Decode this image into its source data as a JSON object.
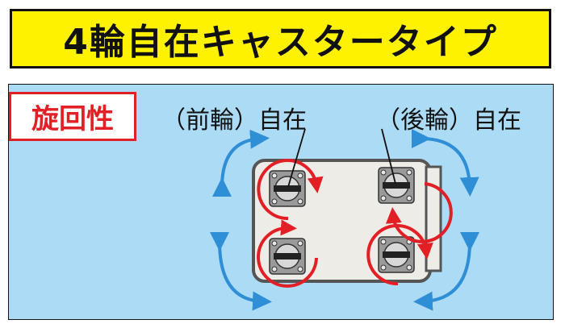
{
  "title": "4輪自在キャスタータイプ",
  "badge": "旋回性",
  "front_label": "（前輪）自在",
  "rear_label": "（後輪）自在",
  "colors": {
    "title_bg": "#fff200",
    "panel_bg": "#abdbf5",
    "badge_red": "#e31f26",
    "arrow_blue": "#2f8fd6",
    "rotation_red": "#e31f26",
    "cart_fill": "#eeece6",
    "cart_stroke": "#555555"
  }
}
